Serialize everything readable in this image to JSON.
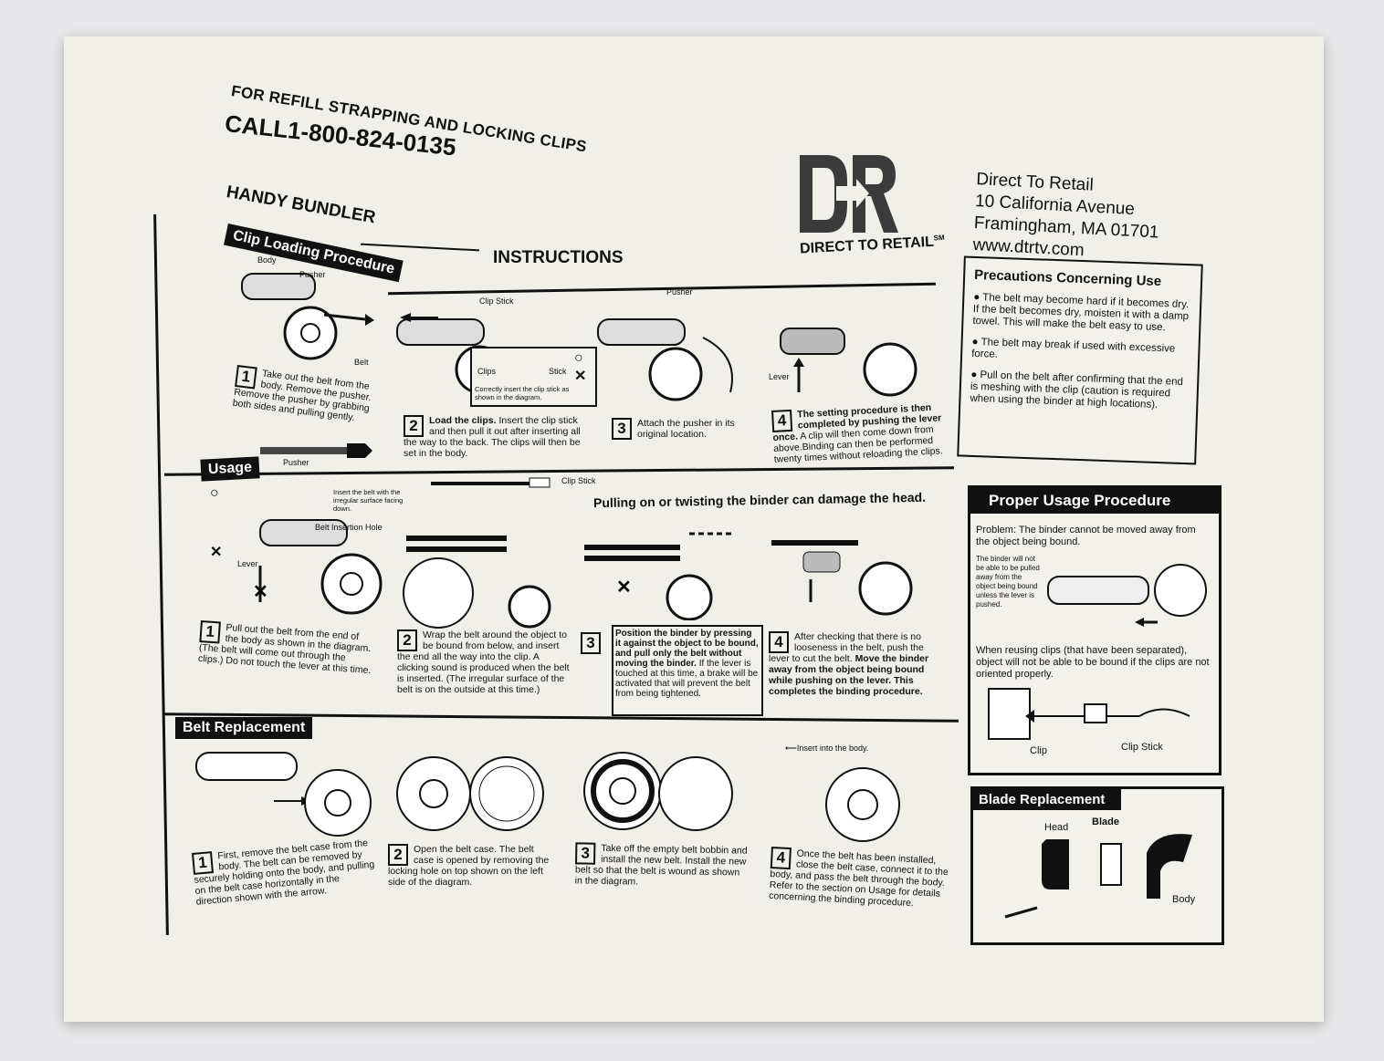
{
  "header": {
    "refill_line": "FOR REFILL STRAPPING AND LOCKING CLIPS",
    "call_line": "CALL1-800-824-0135",
    "product": "HANDY BUNDLER",
    "instructions": "INSTRUCTIONS"
  },
  "brand": {
    "logo_letters": "DR",
    "logo_name": "DIRECT TO RETAIL",
    "sm": "SM",
    "address_name": "Direct To Retail",
    "address_street": "10 California Avenue",
    "address_city": "Framingham, MA 01701",
    "website": "www.dtrtv.com"
  },
  "clip_loading": {
    "title": "Clip Loading Procedure",
    "labels": {
      "body": "Body",
      "pusher": "Pusher",
      "belt": "Belt",
      "clip_stick": "Clip Stick",
      "clips": "Clips",
      "stick": "Stick",
      "lever": "Lever",
      "pusher2": "Pusher",
      "clip_stick2": "Clip Stick"
    },
    "diagram_note": "Correctly insert the clip stick as shown in the diagram.",
    "steps": [
      {
        "num": "1",
        "text": "Take out the belt from the body. Remove the pusher. Remove the pusher by grabbing both sides and pulling gently."
      },
      {
        "num": "2",
        "title": "Load the clips.",
        "text": "Insert the clip stick and then pull it out after inserting all the way to the back. The clips will then be set in the body."
      },
      {
        "num": "3",
        "text": "Attach the pusher in its original location."
      },
      {
        "num": "4",
        "bold": "The setting procedure is then completed by pushing the lever once.",
        "text": "A clip will then come down from above.Binding can then be performed twenty times without reloading the clips."
      }
    ]
  },
  "usage": {
    "title": "Usage",
    "warning": "Pulling on or twisting the binder can damage the head.",
    "labels": {
      "insert_note": "Insert the belt with the irregular surface facing down.",
      "belt_hole": "Belt Insertion Hole",
      "lever": "Lever"
    },
    "steps": [
      {
        "num": "1",
        "text": "Pull out the belt from the end of the body as shown in the diagram. (The belt will come out through the clips.) Do not touch the lever at this time."
      },
      {
        "num": "2",
        "text": "Wrap the belt around the object to be bound from below, and insert the end all the way into the clip. A clicking sound is produced when the belt is inserted. (The irregular surface of the belt is on the outside at this time.)"
      },
      {
        "num": "3",
        "bold": "Position the binder by pressing it against the object to be bound, and pull only the belt without moving the binder.",
        "text": "If the lever is touched at this time, a brake will be activated that will prevent the belt from being tightened."
      },
      {
        "num": "4",
        "text": "After checking that there is no looseness in the belt, push the lever to cut the belt.",
        "bold": "Move the binder away from the object being bound while pushing on the lever. This completes the binding procedure."
      }
    ]
  },
  "belt_replacement": {
    "title": "Belt Replacement",
    "insert_label": "Insert into the body.",
    "steps": [
      {
        "num": "1",
        "text": "First, remove the belt case from the body. The belt can be removed by securely holding onto the body, and pulling on the belt case horizontally in the direction shown with the arrow."
      },
      {
        "num": "2",
        "text": "Open the belt case. The belt case is opened by removing the locking hole on top shown on the left side of the diagram."
      },
      {
        "num": "3",
        "text": "Take off the empty belt bobbin and install the new belt. Install the new belt so that the belt is wound as shown in the diagram."
      },
      {
        "num": "4",
        "text": "Once the belt has been installed, close the belt case, connect it to the body, and pass the belt through the body. Refer to the section on Usage for details concerning the binding procedure."
      }
    ]
  },
  "precautions": {
    "title": "Precautions Concerning Use",
    "items": [
      "The belt may become hard if it becomes dry. If the belt becomes dry, moisten it with a damp towel. This will make the belt easy to use.",
      "The belt may break if used with excessive force.",
      "Pull on the belt after confirming that the end is meshing with the clip (caution is required when using the binder at high locations)."
    ]
  },
  "proper_usage": {
    "title": "Proper Usage Procedure",
    "problem": "Problem: The binder cannot be moved away from the object being bound.",
    "note": "The binder will not be able to be pulled away from the object being bound unless the lever is pushed.",
    "reuse": "When reusing clips (that have been separated), object will not be able to be bound if the clips are not oriented properly.",
    "clip": "Clip",
    "clip_stick": "Clip Stick"
  },
  "blade_replacement": {
    "title": "Blade Replacement",
    "head": "Head",
    "blade": "Blade",
    "body": "Body"
  }
}
